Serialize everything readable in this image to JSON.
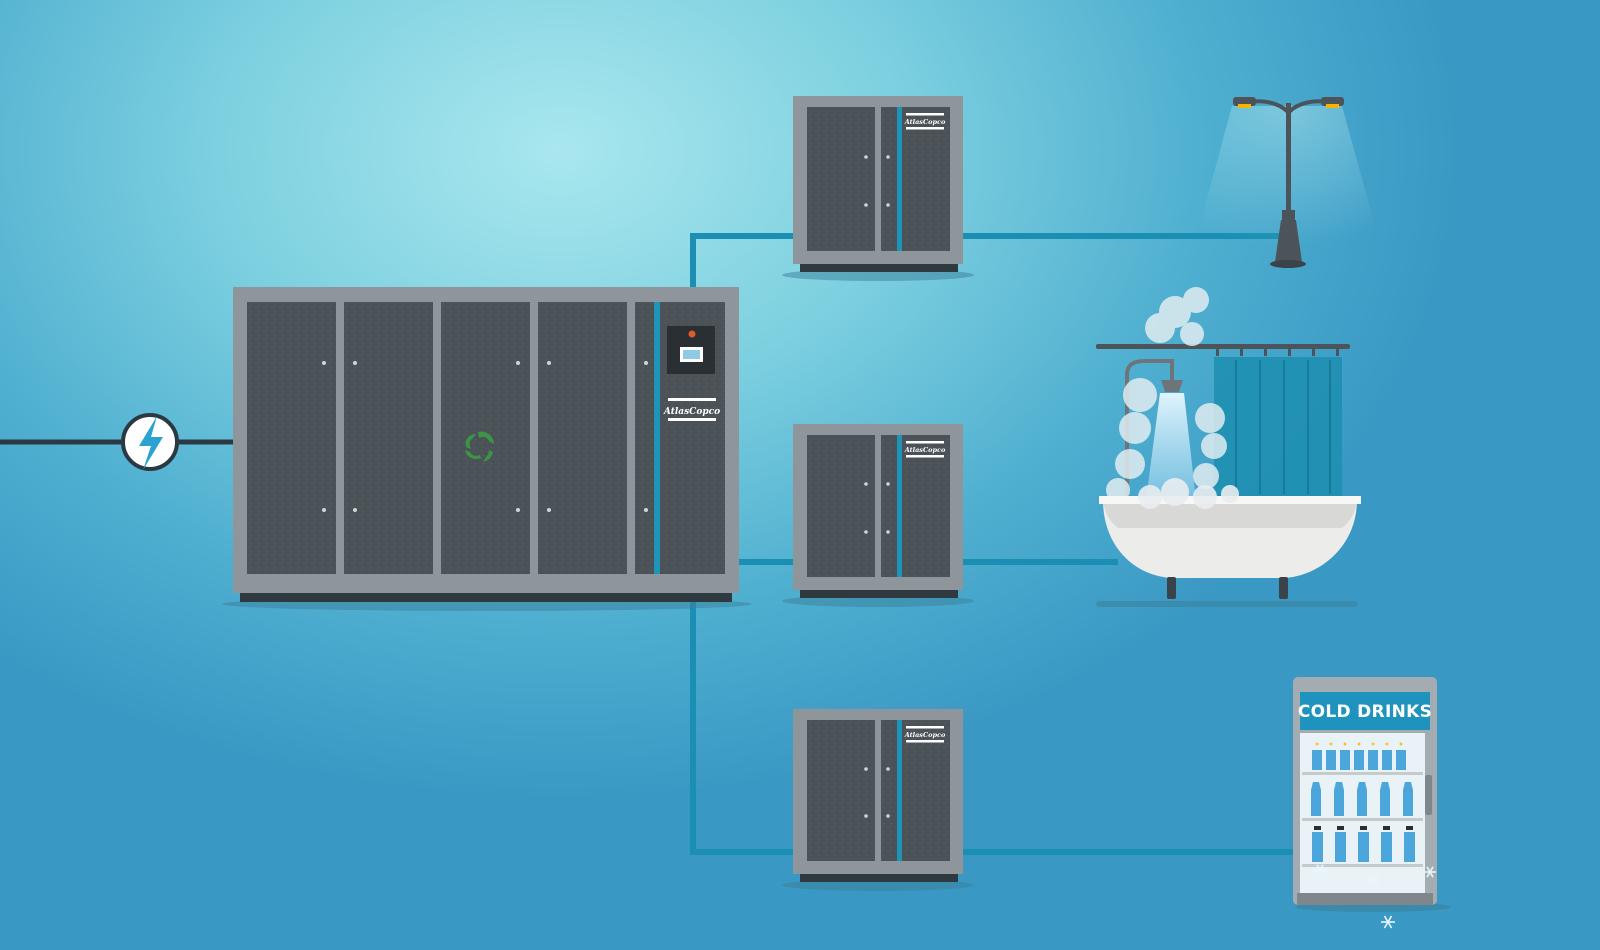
{
  "fridge": {
    "label": "COLD DRINKS"
  },
  "brand": {
    "main": "AtlasCopco",
    "small": "AtlasCopco"
  },
  "colors": {
    "pipe_blue": "#1a8fb3",
    "power_line": "#2b3a42",
    "cabinet_frame": "#8e969c",
    "cabinet_panel": "#4b5258",
    "accent_stripe": "#1d94b8",
    "curtain": "#1e8fb0",
    "tub": "#ececea"
  },
  "icons": [
    "power-bolt-icon",
    "recycle-icon",
    "snowflake-icon",
    "street-lamp-icon",
    "shower-icon"
  ]
}
